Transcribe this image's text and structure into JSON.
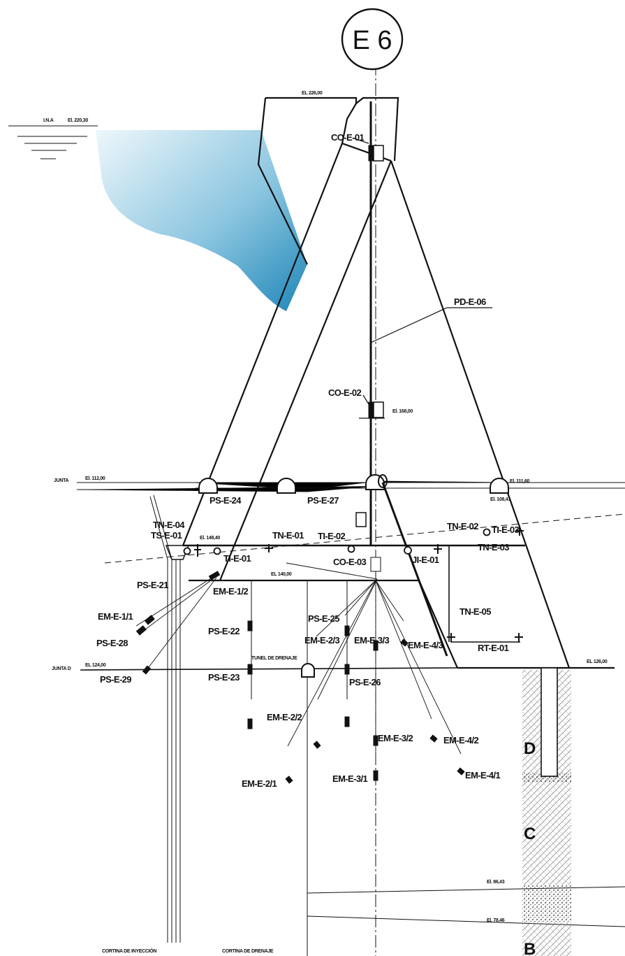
{
  "section_id": "E 6",
  "elevations": {
    "crest": "EL 226,00",
    "nan": "I.N.A",
    "nan_el": "El. 220,30",
    "co_e_02": "El. 168,00",
    "gallery": "El. 148,40",
    "foundation": "EL 140,00",
    "junta_d": "EL 124,00",
    "downstream": "EL 126,00",
    "junta_level": "El. 112,00",
    "tunnel_right": "El. 111,60",
    "el_108": "El. 108,41",
    "el_86": "El. 86,43",
    "el_78": "El. 78,46"
  },
  "joint_labels": {
    "junta_d": "JUNTA D",
    "junta": "JUNTA"
  },
  "curtains": {
    "injection": "CORTINA DE INYECCIÓN",
    "drainage": "CORTINA DE DRENAJE",
    "drain_tunnel": "TUNEL DE DRENAJE"
  },
  "zones": [
    "D",
    "C",
    "B"
  ],
  "instruments": {
    "co_e_01": "CO-E-01",
    "co_e_02": "CO-E-02",
    "co_e_03": "CO-E-03",
    "pd_e_06": "PD-E-06",
    "tn_e_04": "TN-E-04",
    "ts_e_01": "TS-E-01",
    "ti_e_01": "TI-E-01",
    "tn_e_01": "TN-E-01",
    "ti_e_02": "TI-E-02",
    "ji_e_01": "JI-E-01",
    "tn_e_02": "TN-E-02",
    "ti_e_03": "TI-E-03",
    "tn_e_03": "TN-E-03",
    "tn_e_05": "TN-E-05",
    "rt_e_01": "RT-E-01",
    "ps_e_21": "PS-E-21",
    "em_e_1_2": "EM-E-1/2",
    "em_e_1_1": "EM-E-1/1",
    "ps_e_28": "PS-E-28",
    "ps_e_29": "PS-E-29",
    "ps_e_22": "PS-E-22",
    "ps_e_23": "PS-E-23",
    "ps_e_24": "PS-E-24",
    "ps_e_25": "PS-E-25",
    "em_e_2_3": "EM-E-2/3",
    "em_e_3_3": "EM-E-3/3",
    "em_e_4_3": "EM-E-4/3",
    "ps_e_26": "PS-E-26",
    "em_e_2_2": "EM-E-2/2",
    "em_e_3_2": "EM-E-3/2",
    "em_e_4_2": "EM-E-4/2",
    "ps_e_27": "PS-E-27",
    "em_e_2_1": "EM-E-2/1",
    "em_e_3_1": "EM-E-3/1",
    "em_e_4_1": "EM-E-4/1"
  },
  "colors": {
    "water_top": "#e8f4fa",
    "water_bottom": "#2a8fc0",
    "line": "#111111"
  }
}
